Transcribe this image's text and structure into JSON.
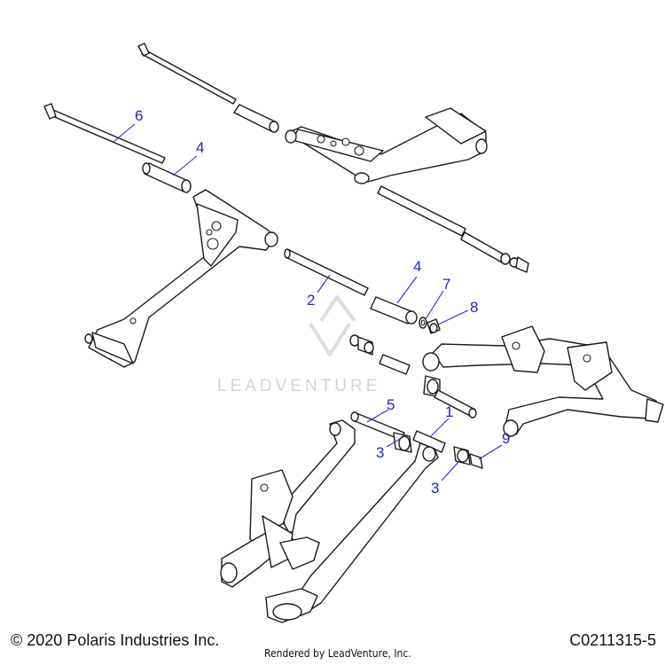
{
  "callouts": [
    "6",
    "4",
    "2",
    "4",
    "7",
    "8",
    "5",
    "1",
    "3",
    "9",
    "3"
  ],
  "watermark": "LEADVENTURE",
  "footer": {
    "copyright": "© 2020 Polaris Industries Inc.",
    "rendered_by": "Rendered by LeadVenture, Inc.",
    "diagram_id": "C0211315-5"
  },
  "colors": {
    "callout": "#2424c8",
    "line": "#1a1a1a",
    "watermark": "#d4d4d4"
  }
}
